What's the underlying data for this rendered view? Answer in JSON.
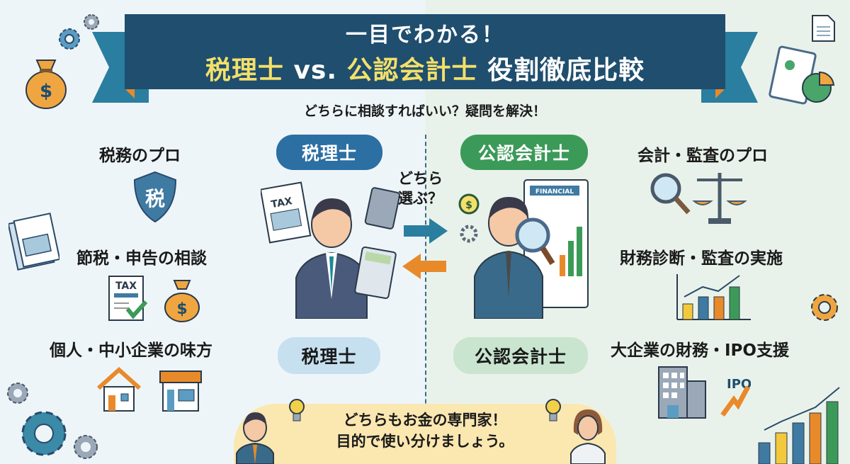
{
  "banner": {
    "line1": "一目でわかる！",
    "line2_part1": "税理士",
    "line2_vs": " vs. ",
    "line2_part2": "公認会計士",
    "line2_part3": " 役割徹底比較"
  },
  "subtitle": "どちらに相談すればいい？疑問を解決！",
  "left": {
    "pill_top": "税理士",
    "pill_bottom": "税理士",
    "features": [
      {
        "label": "税務のプロ",
        "icon": "tax-shield-icon",
        "icon_text": "税"
      },
      {
        "label": "節税・申告の相談",
        "icon": "tax-form-check-icon",
        "icon_text": "TAX"
      },
      {
        "label": "個人・中小企業の味方",
        "icon": "house-and-shop-icon"
      }
    ],
    "illustration": {
      "doc_label": "TAX"
    }
  },
  "right": {
    "pill_top": "公認会計士",
    "pill_bottom": "公認会計士",
    "features": [
      {
        "label": "会計・監査のプロ",
        "icon": "magnifier-scale-icon"
      },
      {
        "label": "財務診断・監査の実施",
        "icon": "bar-chart-trend-icon"
      },
      {
        "label": "大企業の財務・IPO支援",
        "icon": "building-ipo-icon",
        "icon_text": "IPO"
      }
    ],
    "illustration": {
      "doc_label": "FINANCIAL"
    }
  },
  "center": {
    "question_line1": "どちら",
    "question_line2": "選ぶ？"
  },
  "footer": {
    "line1": "どちらもお金の専門家！",
    "line2": "目的で使い分けましょう。"
  },
  "colors": {
    "banner": "#1f4e6e",
    "ribbon": "#2a7ea0",
    "highlight": "#f3e06a",
    "blue_pill": "#2c6fa3",
    "green_pill": "#3c9a58",
    "orange": "#e88a2a",
    "bubble": "#fbe7b0"
  }
}
